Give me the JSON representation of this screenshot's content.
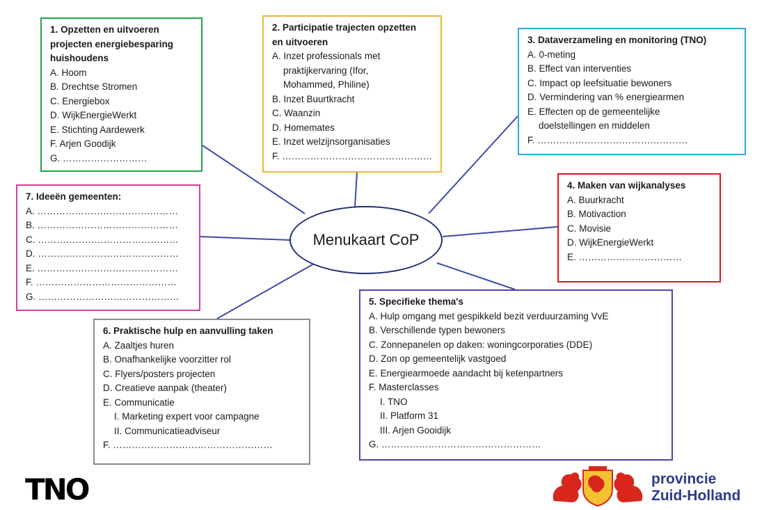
{
  "center": {
    "label": "Menukaart CoP",
    "border_color": "#1f2f6f"
  },
  "connector_color": "#3b4aa8",
  "boxes": {
    "b1": {
      "color": "#1fa64a",
      "title_l1": "1. Opzetten en uitvoeren",
      "title_l2": "projecten energiebesparing",
      "title_l3": "huishoudens",
      "items": [
        "A. Hoom",
        "B. Drechtse Stromen",
        "C. Energiebox",
        "D. WijkEnergieWerkt",
        "E. Stichting Aardewerk",
        "F. Arjen Goodijk",
        "G. ………………………"
      ]
    },
    "b2": {
      "color": "#f0b53a",
      "title_l1": "2. Participatie trajecten opzetten",
      "title_l2": "en uitvoeren",
      "items": [
        "A. Inzet professionals met",
        "praktijkervaring (Ifor,",
        "Mohammed, Philine)",
        "B. Inzet Buurtkracht",
        "C. Waanzin",
        "D. Homemates",
        "E. Inzet welzijnsorganisaties",
        "F. …………………………………………"
      ]
    },
    "b3": {
      "color": "#29a9e0",
      "title": "3. Dataverzameling en monitoring (TNO)",
      "items": [
        "A. 0-meting",
        "B. Effect van interventies",
        "C. Impact op leefsituatie bewoners",
        "D. Vermindering van % energiearmen",
        "E. Effecten op de gemeentelijke",
        "doelstellingen en middelen",
        "F. …………………………………………"
      ]
    },
    "b4": {
      "color": "#e3141b",
      "title": "4. Maken van wijkanalyses",
      "items": [
        "A. Buurkracht",
        "B. Motivaction",
        "C. Movisie",
        "D. WijkEnergieWerkt",
        "E. ……………………………"
      ]
    },
    "b5": {
      "color": "#5a3fa8",
      "title": "5. Specifieke thema's",
      "items": [
        "A. Hulp omgang met gespikkeld bezit verduurzaming VvE",
        "B. Verschillende typen bewoners",
        "C. Zonnepanelen op daken: woningcorporaties (DDE)",
        "D. Zon op gemeentelijk vastgoed",
        "E. Energiearmoede aandacht bij ketenpartners",
        "F. Masterclasses"
      ],
      "subitems": [
        "I. TNO",
        "II. Platform 31",
        "III. Arjen Gooidijk"
      ],
      "last": "G. ……………………………………………"
    },
    "b6": {
      "color": "#8a8a8a",
      "title": "6. Praktische hulp en aanvulling taken",
      "items": [
        "A. Zaaltjes huren",
        "B. Onafhankelijke voorzitter rol",
        "C. Flyers/posters projecten",
        "D. Creatieve aanpak (theater)",
        "E. Communicatie"
      ],
      "subitems": [
        "I. Marketing expert voor campagne",
        "II. Communicatieadviseur"
      ],
      "last": "F. ……………………………………………"
    },
    "b7": {
      "color": "#d43f9a",
      "title": "7. Ideeën gemeenten:",
      "items": [
        "A. ………………………………………",
        "B. ………………………………………",
        "C. ………………………………………",
        "D. ………………………………………",
        "E. ………………………………………",
        "F. ………………………………………",
        "G. ………………………………………"
      ]
    }
  },
  "logos": {
    "tno": "TNO",
    "pzh_line1": "provincie",
    "pzh_line2": "Zuid-Holland",
    "pzh_color": "#2b3a8c",
    "pzh_emblem_colors": [
      "#d9261c",
      "#f2c232"
    ]
  }
}
